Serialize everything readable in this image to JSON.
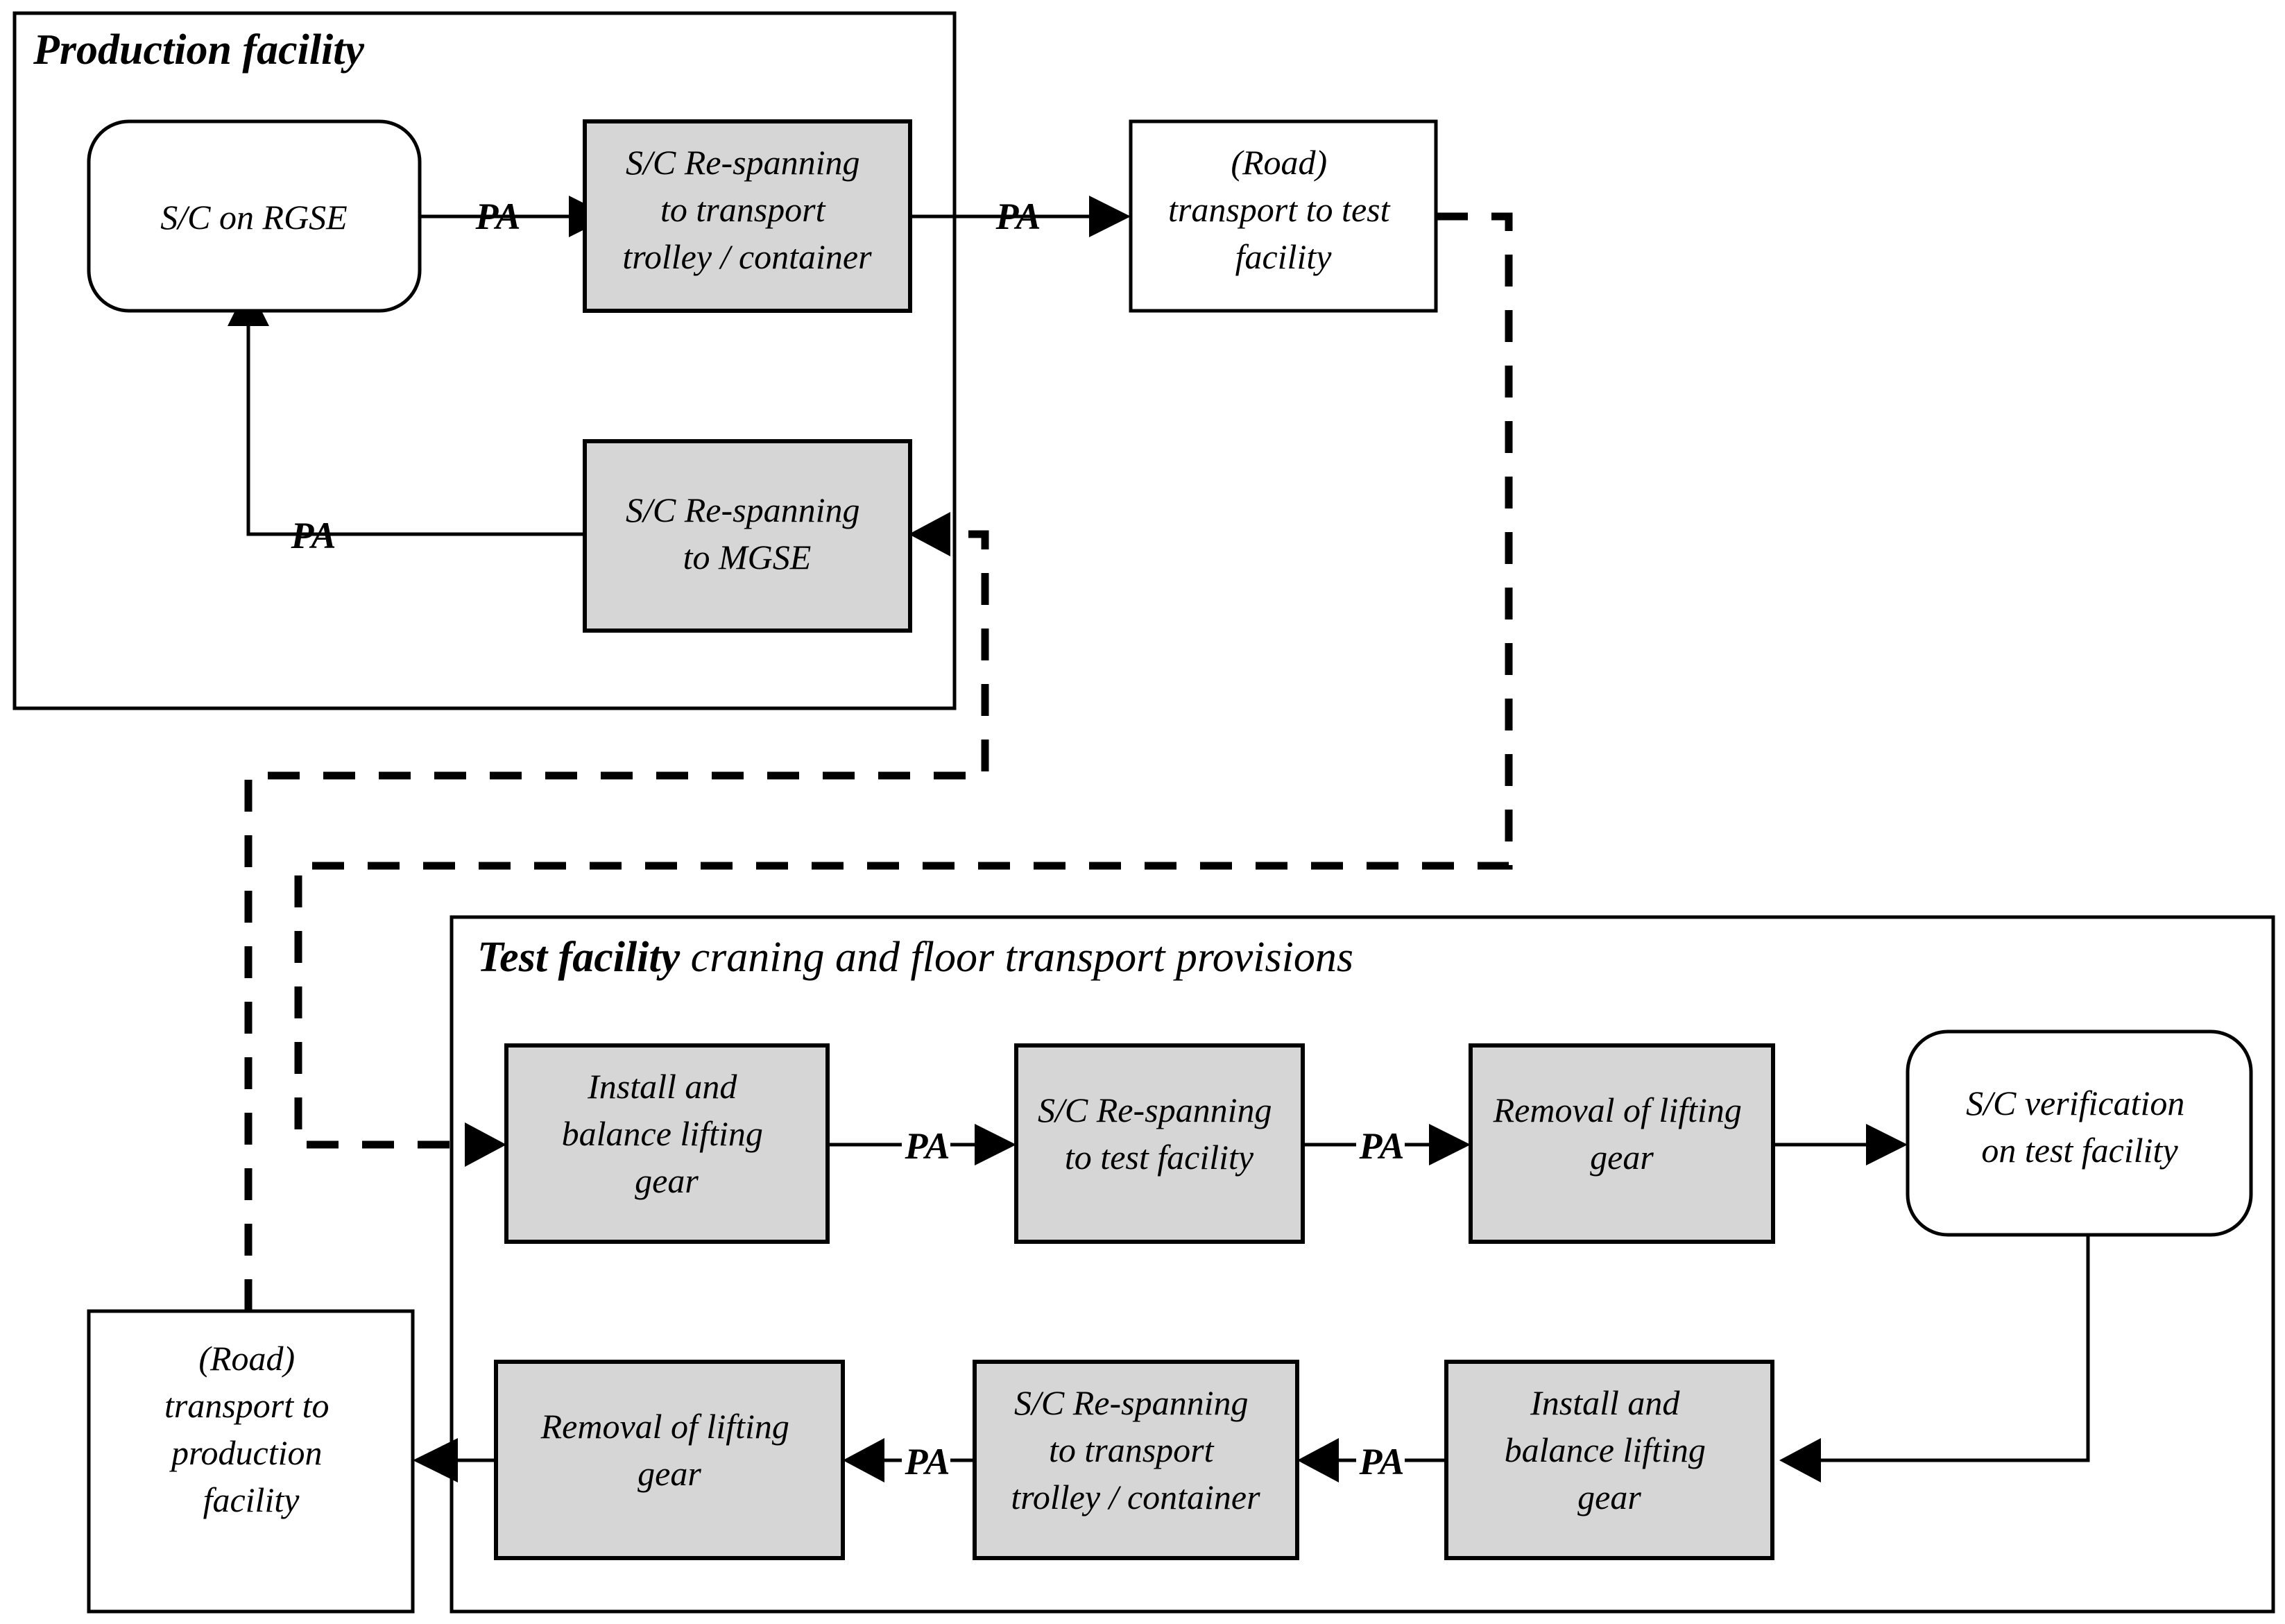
{
  "diagram": {
    "title": "Spacecraft transport and test facility handling flow",
    "colors": {
      "process_fill": "#d6d6d6",
      "plain_fill": "#ffffff",
      "stroke": "#000000",
      "background": "#ffffff"
    },
    "groups": [
      {
        "id": "production-facility",
        "title_bold": "Production facility",
        "title_rest": ""
      },
      {
        "id": "test-facility",
        "title_bold": "Test facility",
        "title_rest": " craning and floor transport provisions"
      }
    ],
    "nodes": [
      {
        "id": "sc-on-rgse",
        "shape": "rounded",
        "fill": "white",
        "lines": [
          "S/C on RGSE"
        ]
      },
      {
        "id": "respan-trolley-top",
        "shape": "rect",
        "fill": "grey",
        "lines": [
          "S/C Re-spanning",
          "to transport",
          "trolley / container"
        ]
      },
      {
        "id": "road-to-test",
        "shape": "rect",
        "fill": "white",
        "lines": [
          "(Road)",
          "transport to test",
          "facility"
        ]
      },
      {
        "id": "respan-mgse",
        "shape": "rect",
        "fill": "grey",
        "lines": [
          "S/C Re-spanning",
          "to MGSE"
        ]
      },
      {
        "id": "install-balance-top",
        "shape": "rect",
        "fill": "grey",
        "lines": [
          "Install and",
          "balance lifting",
          "gear"
        ]
      },
      {
        "id": "respan-test-facility",
        "shape": "rect",
        "fill": "grey",
        "lines": [
          "S/C Re-spanning",
          "to test facility"
        ]
      },
      {
        "id": "removal-gear-top",
        "shape": "rect",
        "fill": "grey",
        "lines": [
          "Removal of lifting",
          "gear"
        ]
      },
      {
        "id": "sc-verification",
        "shape": "rounded",
        "fill": "white",
        "lines": [
          "S/C verification",
          "on test facility"
        ]
      },
      {
        "id": "install-balance-bot",
        "shape": "rect",
        "fill": "grey",
        "lines": [
          "Install and",
          "balance lifting",
          "gear"
        ]
      },
      {
        "id": "respan-trolley-bot",
        "shape": "rect",
        "fill": "grey",
        "lines": [
          "S/C Re-spanning",
          "to transport",
          "trolley / container"
        ]
      },
      {
        "id": "removal-gear-bot",
        "shape": "rect",
        "fill": "grey",
        "lines": [
          "Removal of lifting",
          "gear"
        ]
      },
      {
        "id": "road-to-production",
        "shape": "rect",
        "fill": "white",
        "lines": [
          "(Road)",
          "transport to",
          "production",
          "facility"
        ]
      }
    ],
    "edge_labels": [
      {
        "id": "pa-1",
        "text": "PA"
      },
      {
        "id": "pa-2",
        "text": "PA"
      },
      {
        "id": "pa-3",
        "text": "PA"
      },
      {
        "id": "pa-4",
        "text": "PA"
      },
      {
        "id": "pa-5",
        "text": "PA"
      },
      {
        "id": "pa-6",
        "text": "PA"
      },
      {
        "id": "pa-7",
        "text": "PA"
      }
    ]
  }
}
